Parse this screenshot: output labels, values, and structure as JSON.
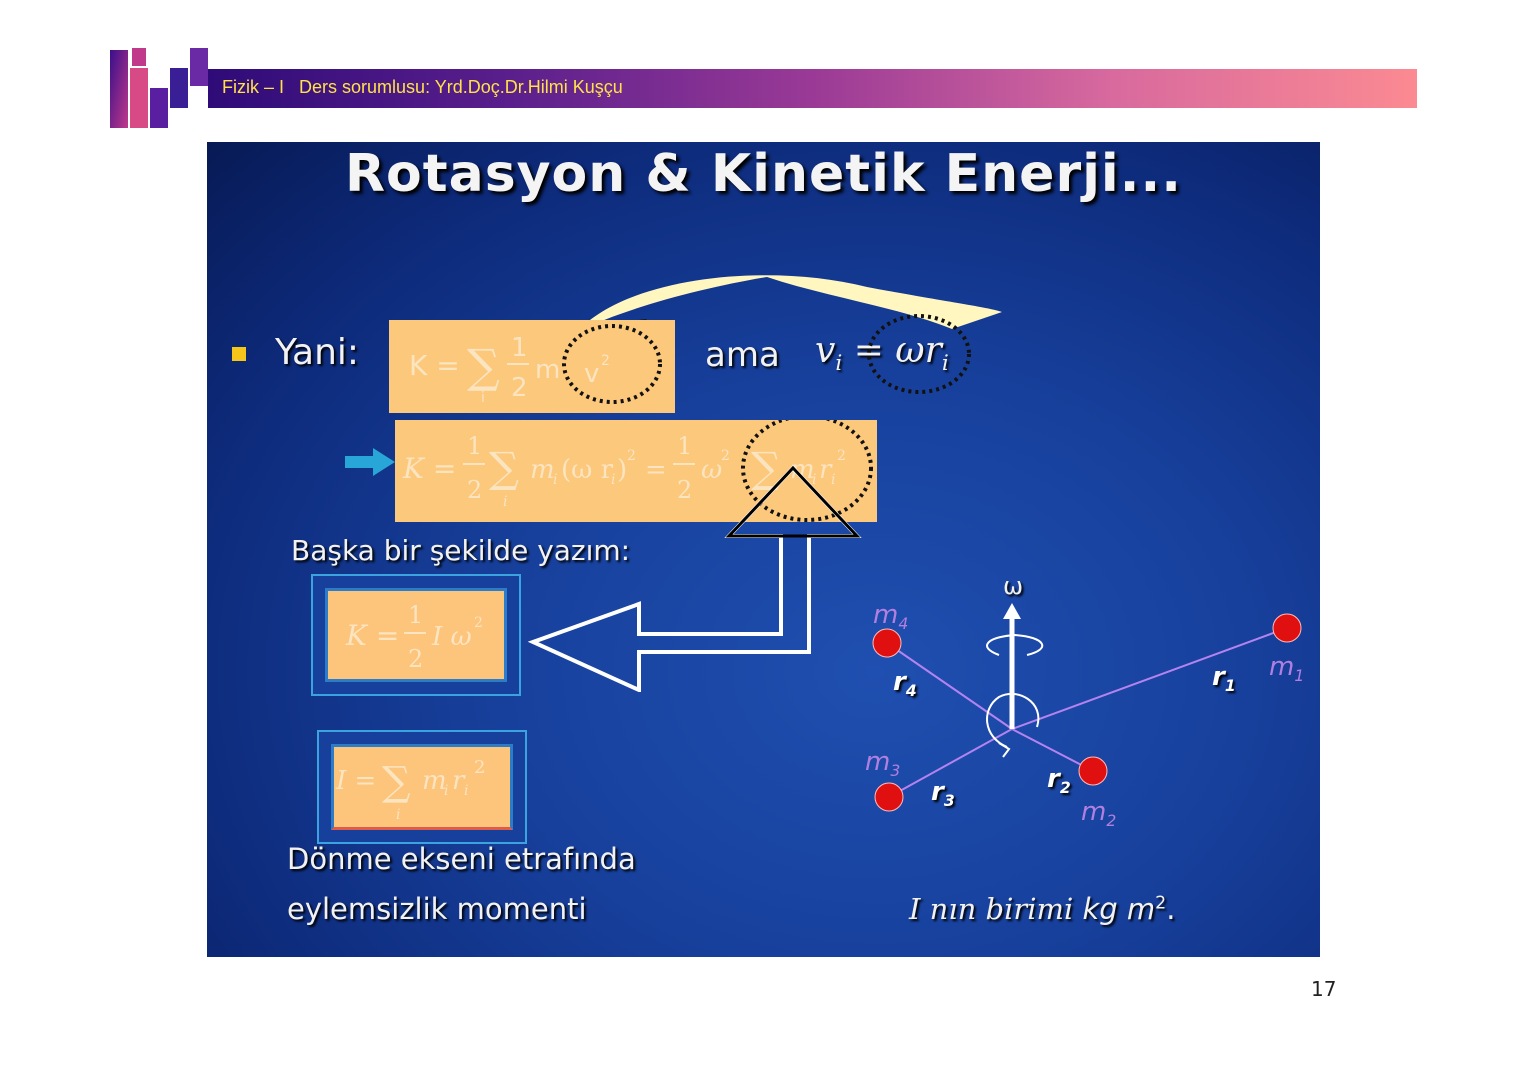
{
  "header": {
    "course": "Fizik – I",
    "instructor": "Ders sorumlusu: Yrd.Doç.Dr.Hilmi Kuşçu"
  },
  "slide": {
    "title": "Rotasyon & Kinetik Enerji...",
    "bullet_label": "Yani:",
    "ama_label": "ama",
    "alt_writing_label": "Başka bir şekilde yazım:",
    "inertia_caption_line1": "Dönme ekseni etrafında",
    "inertia_caption_line2": "eylemsizlik momenti",
    "unit_text_prefix": "I nın birimi",
    "unit_text_value": "kg m",
    "unit_text_exp": "2",
    "unit_text_suffix": ".",
    "diagram": {
      "omega_label": "ω",
      "masses": [
        "m",
        "m",
        "m",
        "m"
      ],
      "mass_indices": [
        "1",
        "2",
        "3",
        "4"
      ],
      "radii": [
        "r",
        "r",
        "r",
        "r"
      ]
    }
  },
  "page_number": "17",
  "colors": {
    "slide_background": "#17409c",
    "formula_box": "#fcc87c",
    "mass_dot": "#e01010",
    "header_text": "#ffe14a"
  }
}
